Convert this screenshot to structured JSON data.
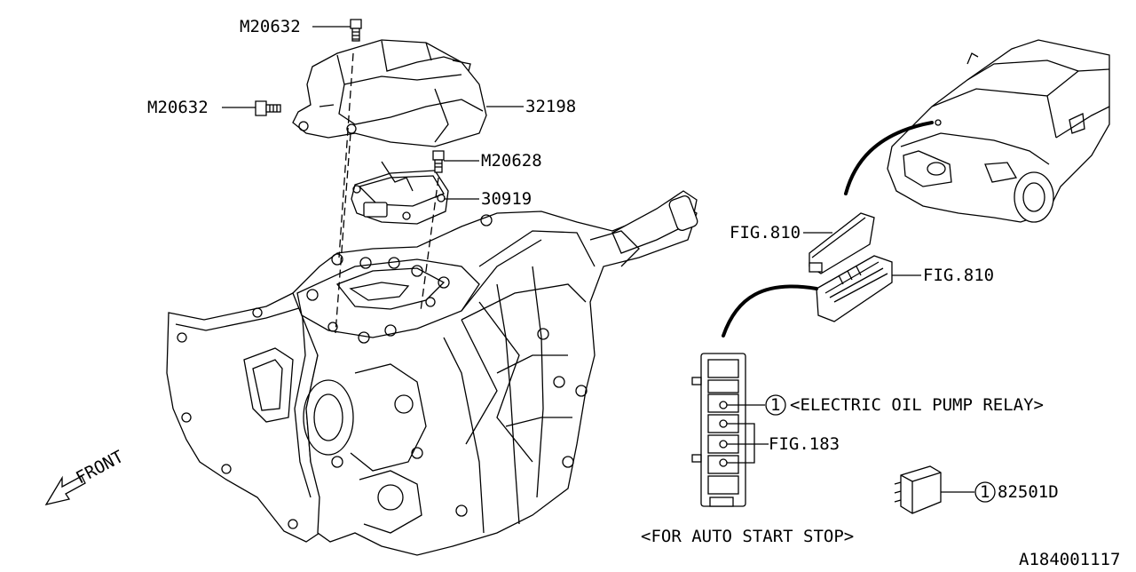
{
  "callouts": {
    "bolt_top": "M20632",
    "bolt_side": "M20632",
    "cover": "32198",
    "bolt_module": "M20628",
    "module": "30919",
    "fig_upper": "FIG.810",
    "fig_lower": "FIG.810",
    "relay_label": "<ELECTRIC OIL PUMP RELAY>",
    "fig_fuse": "FIG.183",
    "relay_part": "82501D",
    "marker_1": "1",
    "marker_2": "1"
  },
  "front_label": "FRONT",
  "auto_stop_note": "<FOR AUTO START STOP>",
  "diagram_id": "A184001117"
}
